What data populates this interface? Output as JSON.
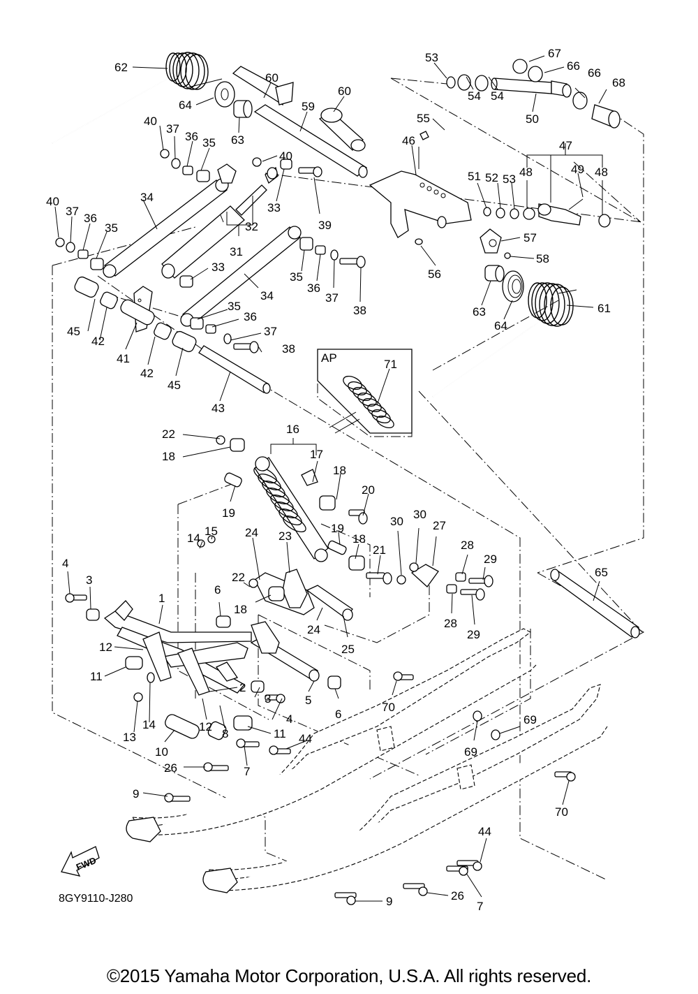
{
  "diagram": {
    "type": "exploded-parts-diagram",
    "subject": "Snowmobile rear suspension",
    "diagram_code": "8GY9110-J280",
    "direction_indicator": "FWD",
    "inset_label": "AP",
    "copyright": "©2015 Yamaha Motor Corporation, U.S.A. All rights reserved."
  },
  "callouts": [
    {
      "id": "c62",
      "label": "62"
    },
    {
      "id": "c60a",
      "label": "60"
    },
    {
      "id": "c60b",
      "label": "60"
    },
    {
      "id": "c64a",
      "label": "64"
    },
    {
      "id": "c63a",
      "label": "63"
    },
    {
      "id": "c59",
      "label": "59"
    },
    {
      "id": "c53a",
      "label": "53"
    },
    {
      "id": "c54a",
      "label": "54"
    },
    {
      "id": "c54b",
      "label": "54"
    },
    {
      "id": "c50",
      "label": "50"
    },
    {
      "id": "c67",
      "label": "67"
    },
    {
      "id": "c66a",
      "label": "66"
    },
    {
      "id": "c66b",
      "label": "66"
    },
    {
      "id": "c68",
      "label": "68"
    },
    {
      "id": "c55",
      "label": "55"
    },
    {
      "id": "c46",
      "label": "46"
    },
    {
      "id": "c47",
      "label": "47"
    },
    {
      "id": "c48a",
      "label": "48"
    },
    {
      "id": "c48b",
      "label": "48"
    },
    {
      "id": "c49",
      "label": "49"
    },
    {
      "id": "c51",
      "label": "51"
    },
    {
      "id": "c52",
      "label": "52"
    },
    {
      "id": "c53b",
      "label": "53"
    },
    {
      "id": "c57",
      "label": "57"
    },
    {
      "id": "c58",
      "label": "58"
    },
    {
      "id": "c56",
      "label": "56"
    },
    {
      "id": "c63b",
      "label": "63"
    },
    {
      "id": "c64b",
      "label": "64"
    },
    {
      "id": "c61",
      "label": "61"
    },
    {
      "id": "c40a",
      "label": "40"
    },
    {
      "id": "c37a",
      "label": "37"
    },
    {
      "id": "c36a",
      "label": "36"
    },
    {
      "id": "c35a",
      "label": "35"
    },
    {
      "id": "c40b",
      "label": "40"
    },
    {
      "id": "c33a",
      "label": "33"
    },
    {
      "id": "c39",
      "label": "39"
    },
    {
      "id": "c32",
      "label": "32"
    },
    {
      "id": "c31",
      "label": "31"
    },
    {
      "id": "c34a",
      "label": "34"
    },
    {
      "id": "c40c",
      "label": "40"
    },
    {
      "id": "c37b",
      "label": "37"
    },
    {
      "id": "c36b",
      "label": "36"
    },
    {
      "id": "c35b",
      "label": "35"
    },
    {
      "id": "c33b",
      "label": "33"
    },
    {
      "id": "c35c",
      "label": "35"
    },
    {
      "id": "c36c",
      "label": "36"
    },
    {
      "id": "c37c",
      "label": "37"
    },
    {
      "id": "c38a",
      "label": "38"
    },
    {
      "id": "c34b",
      "label": "34"
    },
    {
      "id": "c45a",
      "label": "45"
    },
    {
      "id": "c42a",
      "label": "42"
    },
    {
      "id": "c41",
      "label": "41"
    },
    {
      "id": "c42b",
      "label": "42"
    },
    {
      "id": "c45b",
      "label": "45"
    },
    {
      "id": "c35d",
      "label": "35"
    },
    {
      "id": "c36d",
      "label": "36"
    },
    {
      "id": "c37d",
      "label": "37"
    },
    {
      "id": "c38b",
      "label": "38"
    },
    {
      "id": "c43",
      "label": "43"
    },
    {
      "id": "c71",
      "label": "71"
    },
    {
      "id": "c22a",
      "label": "22"
    },
    {
      "id": "c18a",
      "label": "18"
    },
    {
      "id": "c16",
      "label": "16"
    },
    {
      "id": "c17",
      "label": "17"
    },
    {
      "id": "c18b",
      "label": "18"
    },
    {
      "id": "c20",
      "label": "20"
    },
    {
      "id": "c19a",
      "label": "19"
    },
    {
      "id": "c19b",
      "label": "19"
    },
    {
      "id": "c18c",
      "label": "18"
    },
    {
      "id": "c21",
      "label": "21"
    },
    {
      "id": "c24a",
      "label": "24"
    },
    {
      "id": "c23",
      "label": "23"
    },
    {
      "id": "c22b",
      "label": "22"
    },
    {
      "id": "c18d",
      "label": "18"
    },
    {
      "id": "c24b",
      "label": "24"
    },
    {
      "id": "c25",
      "label": "25"
    },
    {
      "id": "c30a",
      "label": "30"
    },
    {
      "id": "c30b",
      "label": "30"
    },
    {
      "id": "c27",
      "label": "27"
    },
    {
      "id": "c28a",
      "label": "28"
    },
    {
      "id": "c29a",
      "label": "29"
    },
    {
      "id": "c28b",
      "label": "28"
    },
    {
      "id": "c29b",
      "label": "29"
    },
    {
      "id": "c65",
      "label": "65"
    },
    {
      "id": "c14a",
      "label": "14"
    },
    {
      "id": "c15",
      "label": "15"
    },
    {
      "id": "c4a",
      "label": "4"
    },
    {
      "id": "c3a",
      "label": "3"
    },
    {
      "id": "c1",
      "label": "1"
    },
    {
      "id": "c6a",
      "label": "6"
    },
    {
      "id": "c12a",
      "label": "12"
    },
    {
      "id": "c11a",
      "label": "11"
    },
    {
      "id": "c2",
      "label": "2"
    },
    {
      "id": "c3b",
      "label": "3"
    },
    {
      "id": "c5",
      "label": "5"
    },
    {
      "id": "c6b",
      "label": "6"
    },
    {
      "id": "c4b",
      "label": "4"
    },
    {
      "id": "c13",
      "label": "13"
    },
    {
      "id": "c14b",
      "label": "14"
    },
    {
      "id": "c10",
      "label": "10"
    },
    {
      "id": "c12b",
      "label": "12"
    },
    {
      "id": "c8",
      "label": "8"
    },
    {
      "id": "c11b",
      "label": "11"
    },
    {
      "id": "c44a",
      "label": "44"
    },
    {
      "id": "c7a",
      "label": "7"
    },
    {
      "id": "c26a",
      "label": "26"
    },
    {
      "id": "c9a",
      "label": "9"
    },
    {
      "id": "c70a",
      "label": "70"
    },
    {
      "id": "c69a",
      "label": "69"
    },
    {
      "id": "c69b",
      "label": "69"
    },
    {
      "id": "c70b",
      "label": "70"
    },
    {
      "id": "c44b",
      "label": "44"
    },
    {
      "id": "c7b",
      "label": "7"
    },
    {
      "id": "c26b",
      "label": "26"
    },
    {
      "id": "c9b",
      "label": "9"
    }
  ]
}
